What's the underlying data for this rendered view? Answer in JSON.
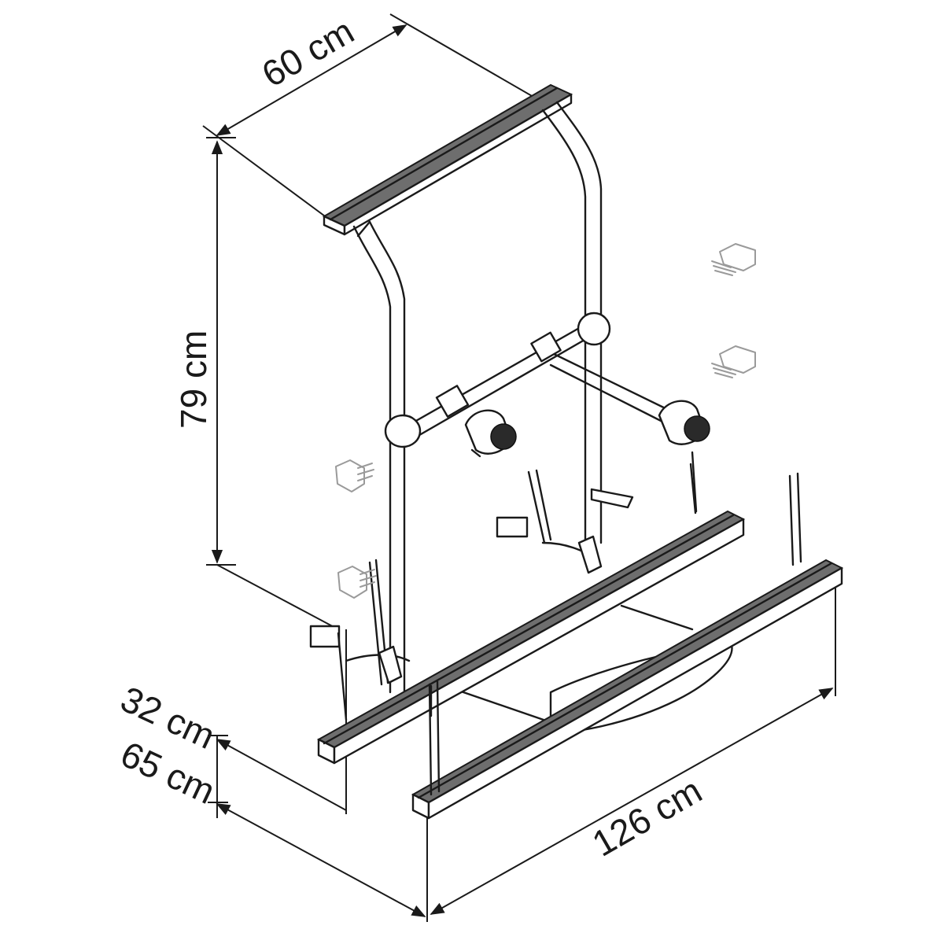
{
  "dimensions": {
    "width_top": "60 cm",
    "height": "79 cm",
    "depth_folded": "32 cm",
    "depth_extended": "65 cm",
    "length_rails": "126 cm"
  },
  "colors": {
    "line": "#1a1a1a",
    "rail_fill": "#6e6e6e",
    "icon_grey": "#9a9a9a"
  },
  "icons": [
    "bike-carrier-mount-icon",
    "bike-carrier-mount-icon",
    "bike-carrier-mount-icon",
    "bike-carrier-mount-icon"
  ]
}
